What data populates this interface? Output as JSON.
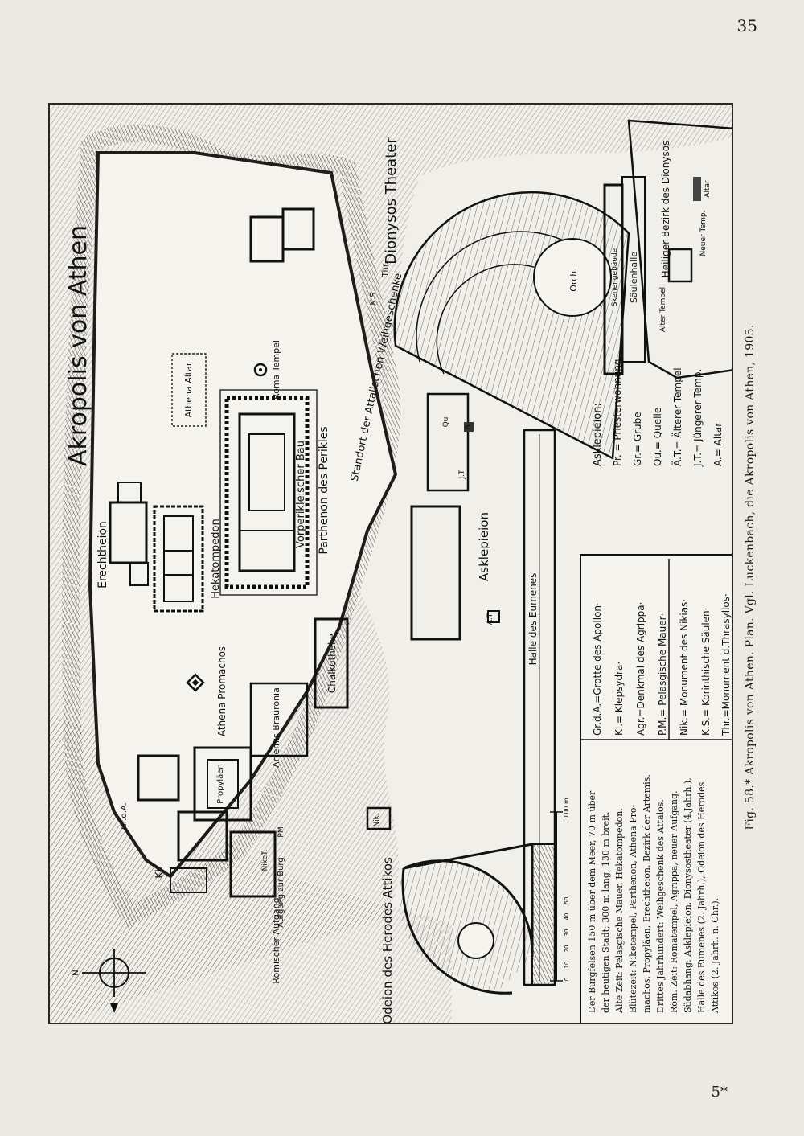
{
  "page": {
    "number": "35",
    "sheet_number": "5*"
  },
  "figure": {
    "caption": "Fig. 58.* Akropolis von Athen. Plan. Vgl. Luckenbach, die Akropolis von Athen, 1905."
  },
  "map": {
    "title": "Akropolis von Athen",
    "labels": {
      "erechtheion": "Erechtheion",
      "hekatompedon": "Hekatompedon",
      "parthenon": "Parthenon des Perikles",
      "vorperikleischer_bau": "Vorperikleischer Bau",
      "athena_altar": "Athena Altar",
      "roma_tempel": "Roma Tempel",
      "attalischen": "Standort der Attalischen Weihgeschenke",
      "athena_promachos": "Athena Promachos",
      "chalkotheke": "Chalkotheke",
      "artemis_brauronia": "Artemis Brauronia",
      "propylaeen": "Propyläen",
      "nike": "Nik.",
      "nike_tempel": "NikeT.",
      "pm": "PM",
      "aufgang_burg": "Aufgang zur Burg",
      "roemischer_aufgang": "Römischer Aufgang",
      "grotte": "Gr.d.A.",
      "klepsydra": "Kl.",
      "dionysos_theater": "Dionysos Theater",
      "thr": "Thr.",
      "ks": "K.S.",
      "orch": "Orch.",
      "skenengebaeude": "Skenengebäude",
      "saeulenhalle": "Säulenhalle",
      "heiliger_bezirk": "Heiliger Bezirk des Dionysos",
      "neuer_temp": "Neuer Temp.",
      "alter_tempel": "Alter Tempel",
      "altar": "Altar",
      "asklepieion": "Asklepieion",
      "halle_eumenes": "Halle des Eumenes",
      "odeion": "Odeion des Herodes Attikos",
      "abbr_qu": "Qu",
      "abbr_jt": "J.T",
      "abbr_at": "Ä.T",
      "abbr_a": "A.",
      "north": "N",
      "scale_unit": "100 m",
      "scale_ticks": [
        "0",
        "10",
        "20",
        "30",
        "40",
        "50"
      ]
    },
    "legend_left": {
      "title": "",
      "items": [
        "Gr.d.A.=Grotte des Apollon·",
        "Kl.= Klepsydra·",
        "Agr.=Denkmal des Agrippa·",
        "P.M.= Pelasgische Mauer·",
        "Nik.= Monument des Nikias·",
        "K.S.= Korinthische Säulen·",
        "Thr.=Monument d.Thrasyllos·"
      ]
    },
    "legend_right": {
      "title": "Asklepieion:",
      "items": [
        "Pr. = Priesterwohnung",
        "Gr.= Grube",
        "Qu.= Quelle",
        "Ä.T.= Älterer Tempel",
        "J.T.= Jüngerer Temp.",
        "A.= Altar"
      ]
    },
    "description": [
      "Der Burgfelsen 150 m über dem Meer, 70 m über",
      "der heutigen Stadt; 300 m lang, 130 m breit.",
      "Alte Zeit: Pelasgische Mauer, Hekatompedon.",
      "Blütezeit: Niketempel, Parthenon, Athena Pro-",
      "machos, Propyläen, Erechtheion, Bezirk der Artemis.",
      "Drittes Jahrhundert: Weihgeschenk des Attalos.",
      "Röm. Zeit: Romatempel, Agrippa, neuer Aufgang.",
      "Südabhang: Asklepieion, Dionysostheater (4.Jahrh.),",
      "Halle des Eumenes (2. Jahrh.), Odeion des Herodes",
      "Attikos (2. Jahrh. n. Chr.)."
    ]
  }
}
